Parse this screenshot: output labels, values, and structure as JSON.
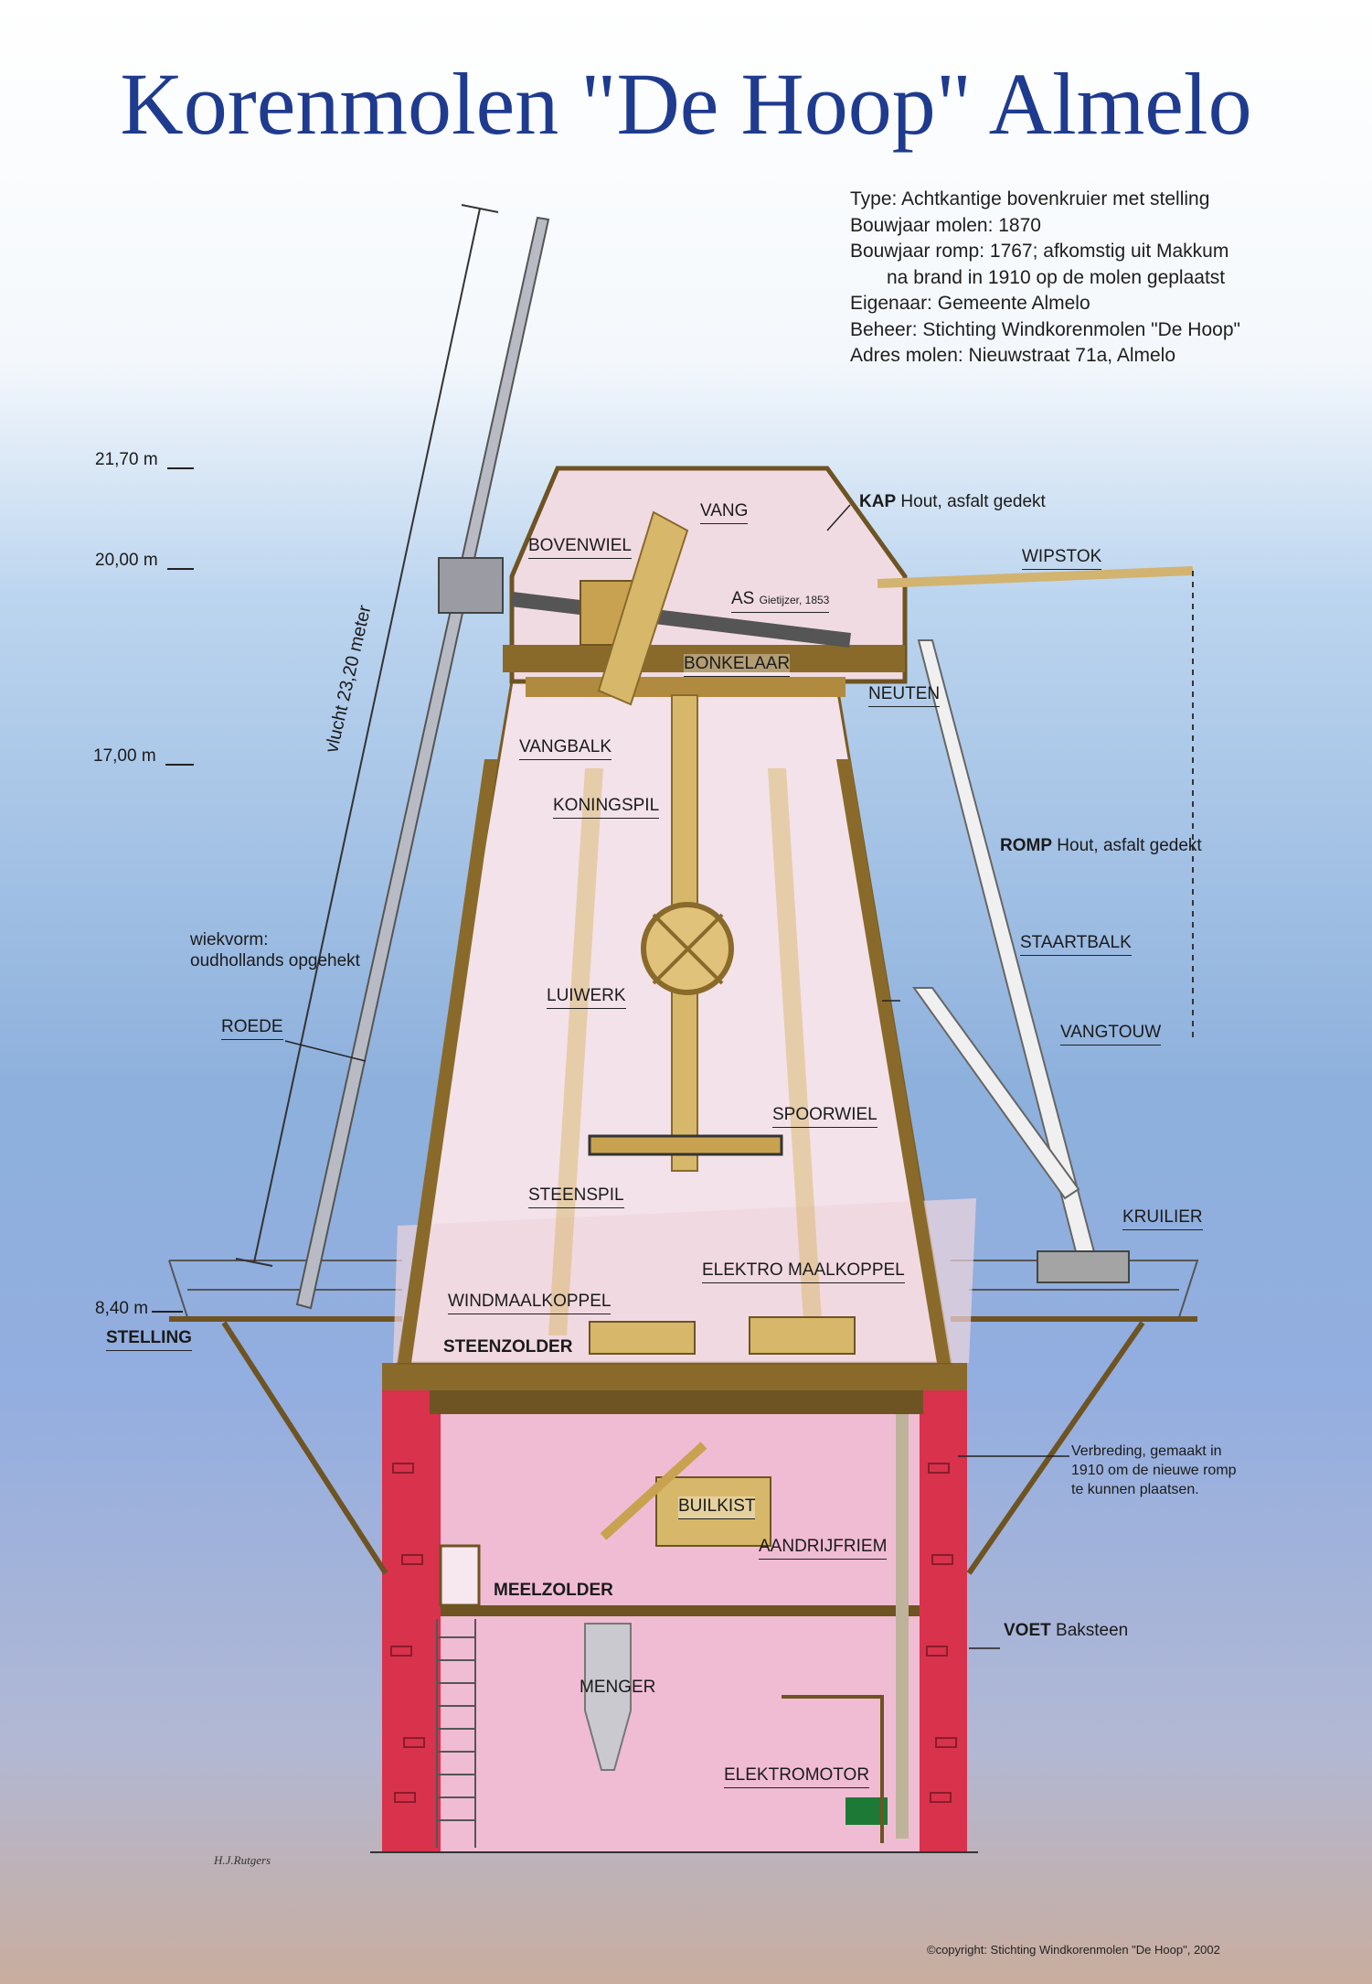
{
  "title": "Korenmolen \"De Hoop\" Almelo",
  "info": [
    "Type: Achtkantige bovenkruier met stelling",
    "Bouwjaar molen: 1870",
    "Bouwjaar romp: 1767; afkomstig uit Makkum",
    "na brand in 1910 op de molen geplaatst",
    "Eigenaar: Gemeente Almelo",
    "Beheer: Stichting Windkorenmolen \"De Hoop\"",
    "Adres molen: Nieuwstraat 71a, Almelo"
  ],
  "heights": [
    "21,70 m",
    "20,00 m",
    "17,00 m",
    "8,40 m"
  ],
  "flight_label": "vlucht 23,20 meter",
  "labels": {
    "vang": "VANG",
    "kap": "KAP",
    "kap_desc": "Hout, asfalt gedekt",
    "bovenwiel": "BOVENWIEL",
    "wipstok": "WIPSTOK",
    "as": "AS",
    "as_note": "Gietijzer, 1853",
    "bonkelaar": "BONKELAAR",
    "neuten": "NEUTEN",
    "vangbalk": "VANGBALK",
    "koningspil": "KONINGSPIL",
    "romp": "ROMP",
    "romp_desc": "Hout, asfalt gedekt",
    "wiekvorm": "wiekvorm:",
    "wiekvorm_desc": "oudhollands opgehekt",
    "staartbalk": "STAARTBALK",
    "luiwerk": "LUIWERK",
    "roede": "ROEDE",
    "vangtouw": "VANGTOUW",
    "spoorwiel": "SPOORWIEL",
    "steenspil": "STEENSPIL",
    "kruilier": "KRUILIER",
    "elektro_maalkoppel": "ELEKTRO MAALKOPPEL",
    "windmaalkoppel": "WINDMAALKOPPEL",
    "stelling": "STELLING",
    "steenzolder": "STEENZOLDER",
    "verbreding_1": "Verbreding, gemaakt in",
    "verbreding_2": "1910 om de nieuwe romp",
    "verbreding_3": "te kunnen plaatsen.",
    "builkist": "BUILKIST",
    "aandrijfriem": "AANDRIJFRIEM",
    "meelzolder": "MEELZOLDER",
    "voet": "VOET",
    "voet_desc": "Baksteen",
    "menger": "MENGER",
    "elektromotor": "ELEKTROMOTOR"
  },
  "artist": "H.J.Rutgers",
  "copyright": "©copyright: Stichting Windkorenmolen \"De Hoop\", 2002",
  "colors": {
    "title": "#1f3b8f",
    "wood": "#8a6a2a",
    "body_upper": "#f1dde6",
    "body_lower": "#f2c0d6",
    "brick": "#d8324c",
    "sail": "#b9bbc4"
  }
}
